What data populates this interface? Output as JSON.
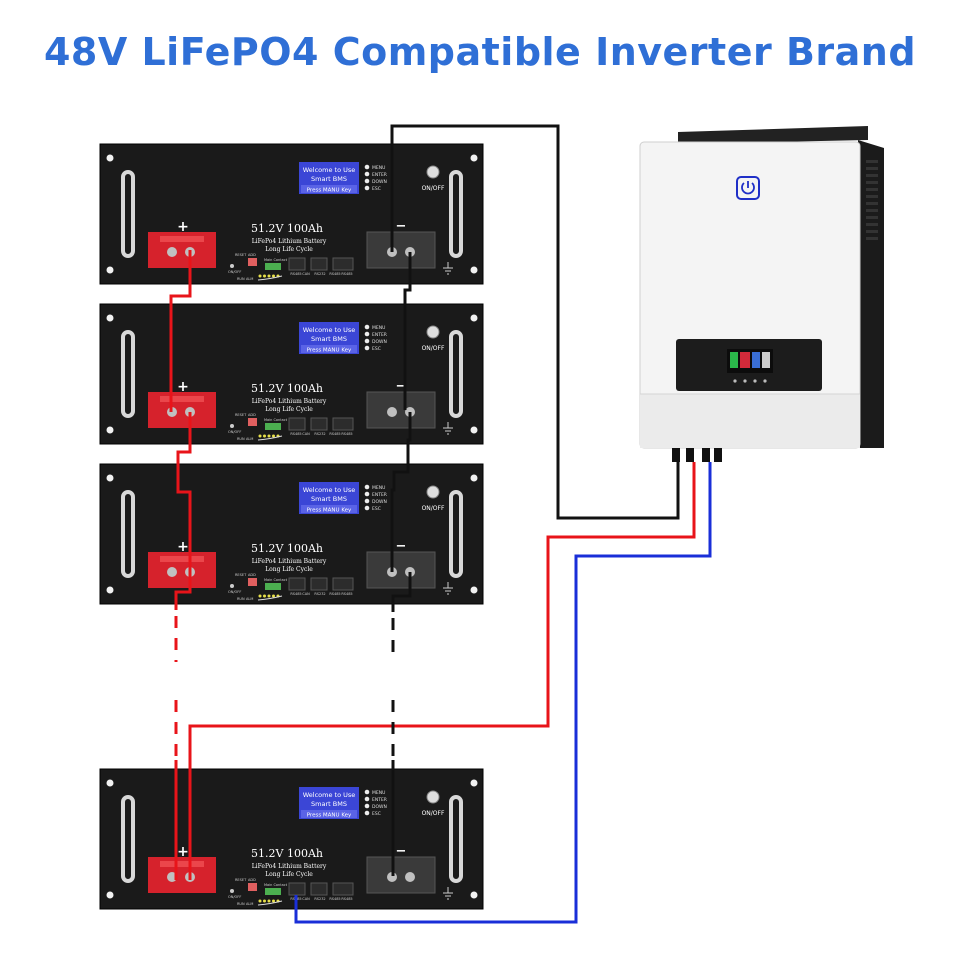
{
  "title": "48V LiFePO4 Compatible Inverter Brand",
  "colors": {
    "title": "#2f6fd6",
    "positive_wire": "#e8141a",
    "negative_wire": "#111111",
    "comm_wire": "#1a2fd8",
    "battery_body": "#1a1a1a",
    "bms_screen": "#3b46d6",
    "inverter_body": "#f4f4f4"
  },
  "battery": {
    "lcd_line1": "Welcome to Use",
    "lcd_line2": "Smart BMS",
    "lcd_line3": "Press MANU Key",
    "menu": [
      "MENU",
      "ENTER",
      "DOWN",
      "ESC"
    ],
    "switch_label": "ON/OFF",
    "positive_symbol": "+",
    "negative_symbol": "−",
    "spec_line1": "51.2V 100Ah",
    "spec_line2": "LiFePo4 Lithium Battery",
    "spec_line3": "Long Life Cycle",
    "small_labels": [
      "RESET",
      "ADD",
      "ON/OFF",
      "RUN",
      "ALM",
      "Main Contact",
      "RS485",
      "CAN",
      "RS232",
      "RS485",
      "RS485"
    ]
  },
  "inverter": {
    "power_icon": "power-icon",
    "display": "lcd-display"
  }
}
